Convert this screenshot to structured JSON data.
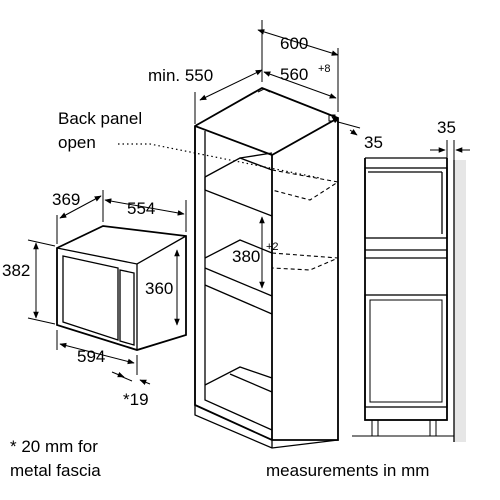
{
  "labels": {
    "back_panel_line1": "Back panel",
    "back_panel_line2": "open",
    "d600": "600",
    "min_550": "min. 550",
    "d560": "560",
    "d560_tol": "+8",
    "d35_right": "35",
    "d35_side": "35",
    "d369": "369",
    "d554": "554",
    "d382": "382",
    "d360": "360",
    "d380": "380",
    "d380_tol": "+2",
    "d594": "594",
    "d19": "*19",
    "footnote_line1": "* 20 mm for",
    "footnote_line2": "metal fascia",
    "units": "measurements in mm"
  }
}
